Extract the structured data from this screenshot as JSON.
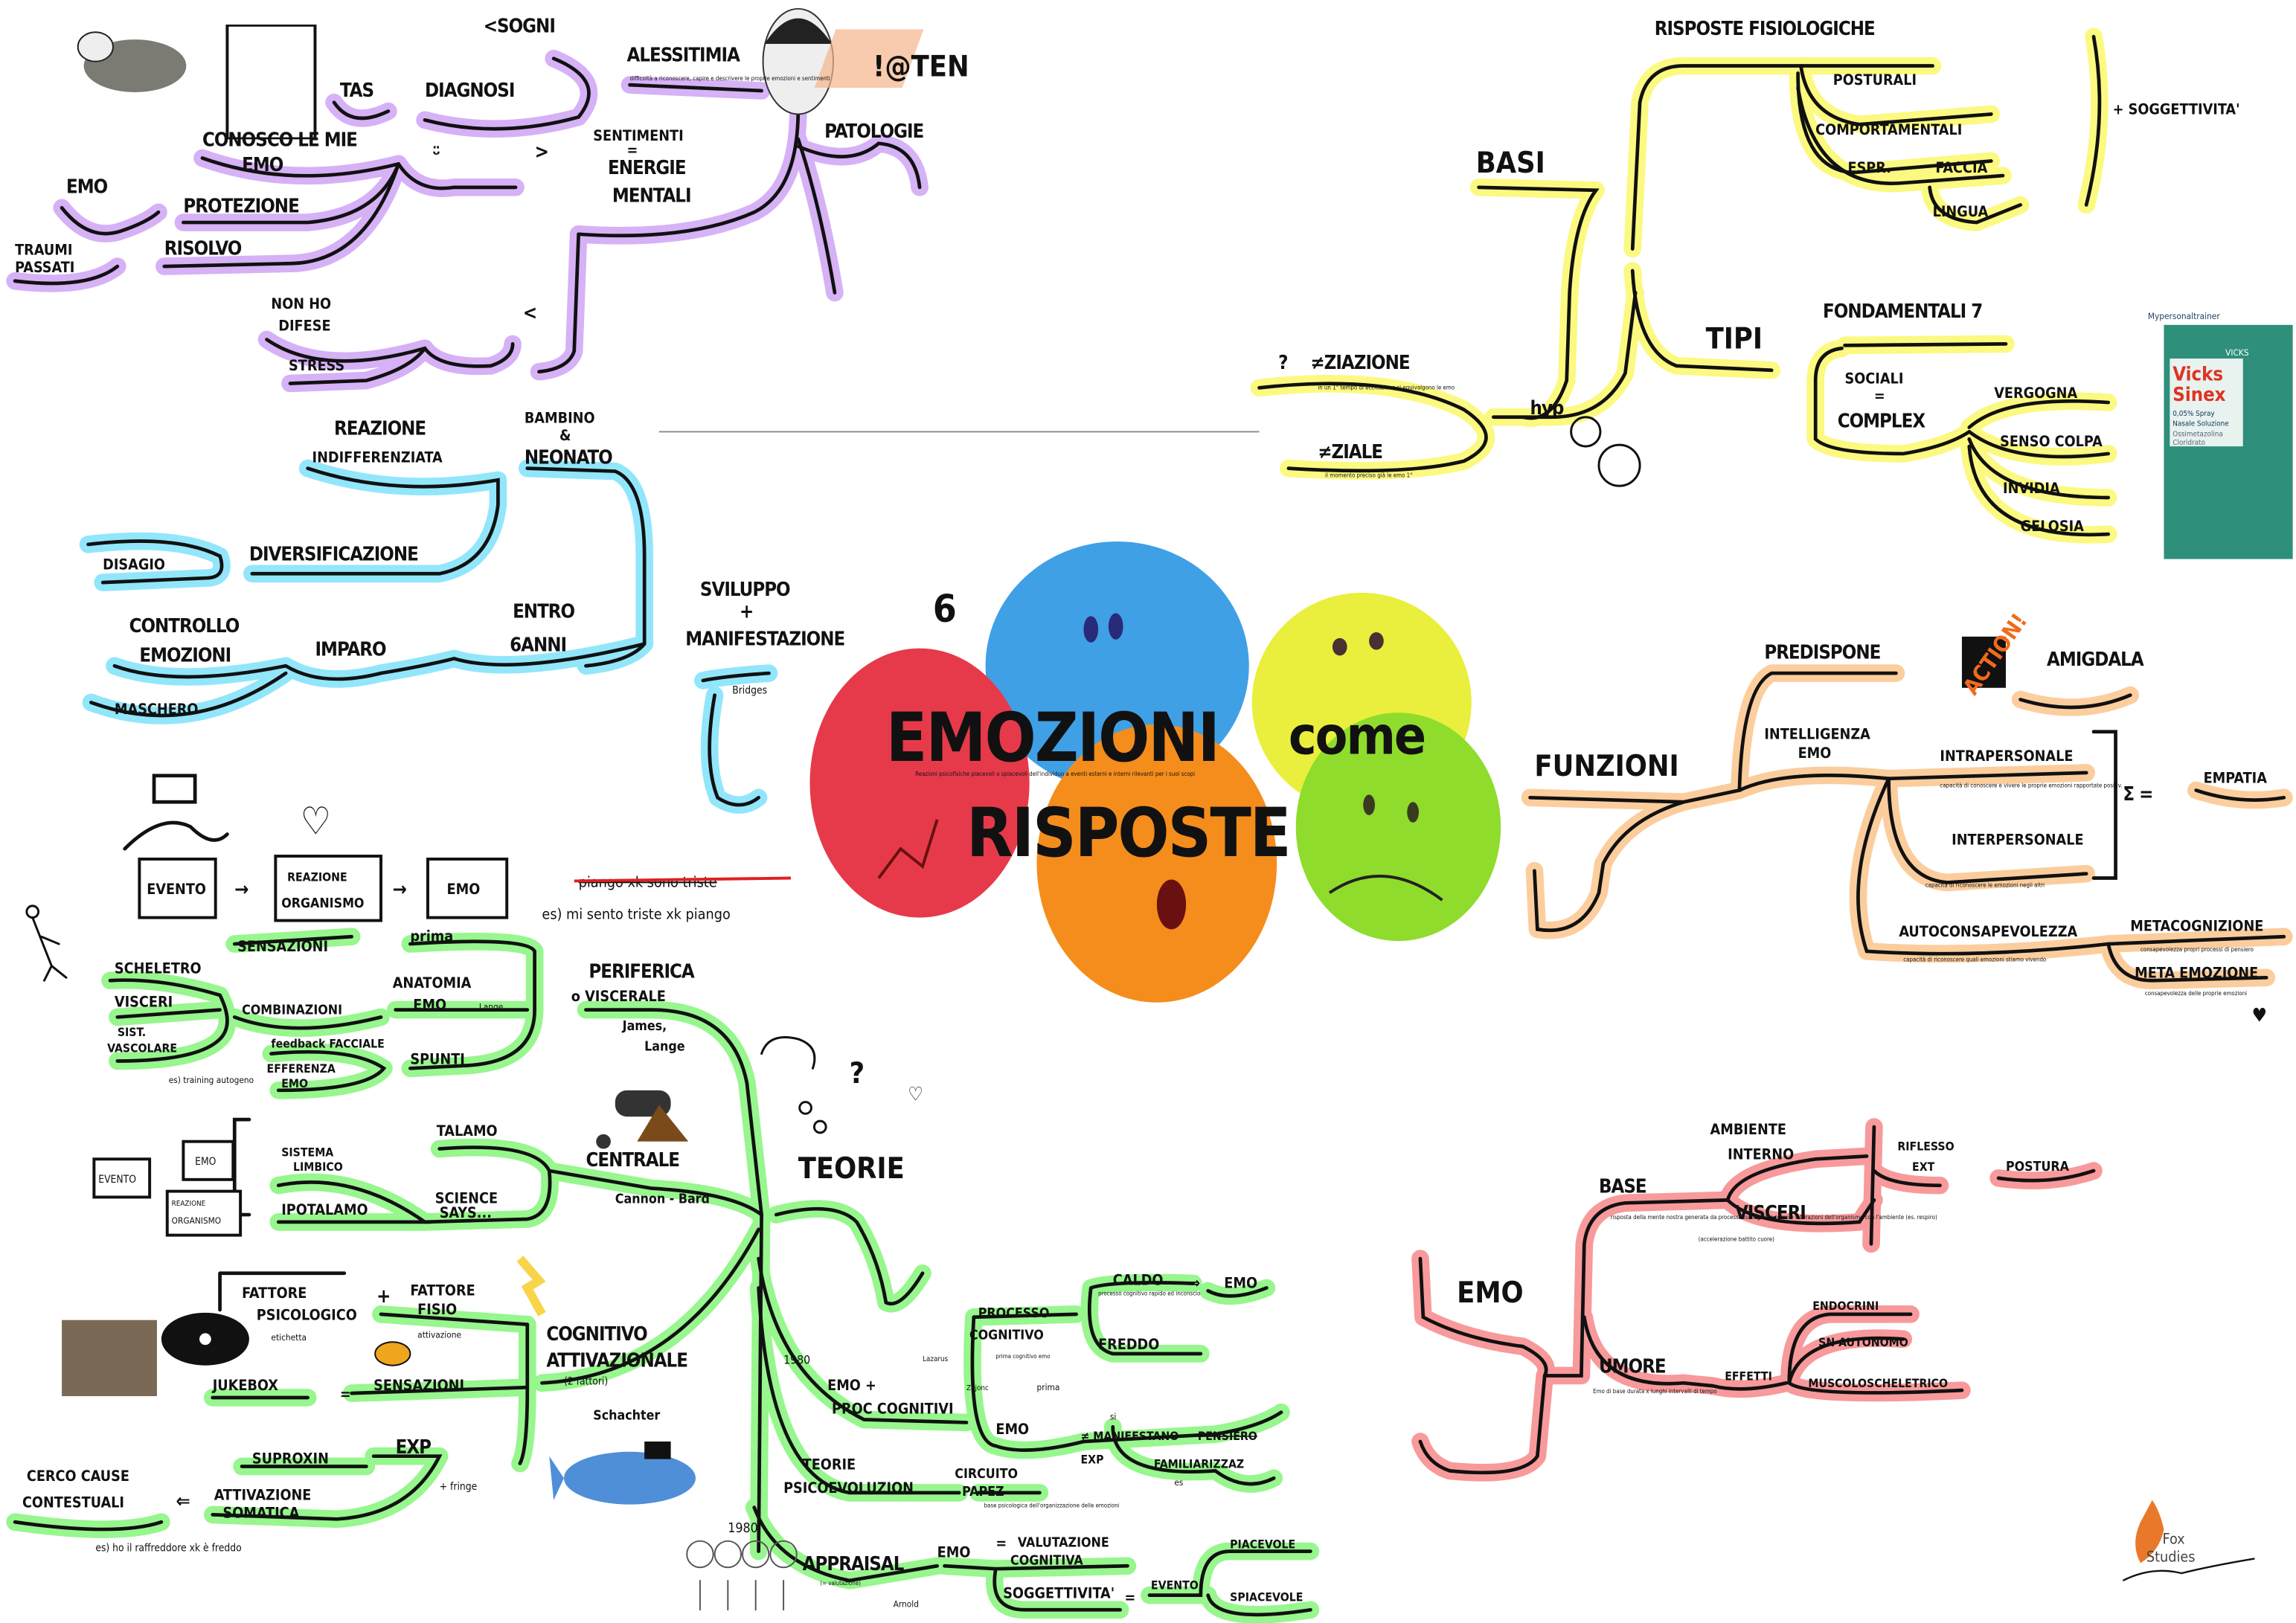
{
  "title": {
    "line1": "EMOZIONI",
    "line2": "come",
    "line3": "RISPOSTE",
    "definition": "Reazioni psicofisiche piacevoli o spiacevoli dell'individuo a eventi esterni e interni rilevanti per i suoi scopi"
  },
  "colors": {
    "purple": "#cfa4f5",
    "blue": "#7fe2fa",
    "green": "#85f57a",
    "yellow": "#fbf86a",
    "orange": "#fbc58d",
    "red": "#f7888a"
  },
  "patologie": {
    "sogni": "<SOGNI",
    "tas": "TAS",
    "diagnosi": "DIAGNOSI",
    "alessitimia": "ALESSITIMIA",
    "alessitimia_note": "difficoltà a riconoscere, capire e descrivere le proprie emozioni e sentimenti",
    "scribble": "!@TEN",
    "patologie": "PATOLOGIE",
    "conosco1": "CONOSCO LE MIE",
    "conosco2": "EMO",
    "sentimenti1": "SENTIMENTI",
    "sentimenti2": "=",
    "sentimenti3": "ENERGIE",
    "sentimenti4": "MENTALI",
    "emo": "EMO",
    "protezione": "PROTEZIONE",
    "traumi1": "TRAUMI",
    "traumi2": "PASSATI",
    "risolvo": "RISOLVO",
    "gt": ">",
    "lt": "<",
    "difese1": "NON HO",
    "difese2": "DIFESE",
    "stress": "STRESS"
  },
  "sviluppo": {
    "reazione1": "REAZIONE",
    "reazione2": "INDIFFERENZIATA",
    "bambino1": "BAMBINO",
    "bambino2": "&",
    "bambino3": "NEONATO",
    "disagio": "DISAGIO",
    "diversificazione": "DIVERSIFICAZIONE",
    "controllo1": "CONTROLLO",
    "controllo2": "EMOZIONI",
    "imparo": "IMPARO",
    "entro1": "ENTRO",
    "entro2": "6ANNI",
    "maschero": "MASCHERO",
    "sviluppo1": "SVILUPPO",
    "sviluppo2": "+",
    "sviluppo3": "MANIFESTAZIONE",
    "bridges": "Bridges"
  },
  "flow": {
    "evento": "EVENTO",
    "reazione1": "REAZIONE",
    "reazione2": "ORGANISMO",
    "emo": "EMO",
    "arrow": "→",
    "struck": "piango xk sono triste",
    "example": "es) mi sento triste xk piango"
  },
  "basi": {
    "risposte": "RISPOSTE FISIOLOGICHE",
    "posturali": "POSTURALI",
    "comportamentali": "COMPORTAMENTALI",
    "espr": "ESPR.",
    "faccia": "FACCIA",
    "lingua": "LINGUA",
    "soggettivita": "+ SOGGETTIVITA'",
    "basi": "BASI",
    "tipi": "TIPI",
    "fondamentali": "FONDAMENTALI 7",
    "sociali1": "SOCIALI",
    "sociali2": "=",
    "sociali3": "COMPLEX",
    "vergogna": "VERGOGNA",
    "colpa": "SENSO COLPA",
    "invidia": "INVIDIA",
    "gelosia": "GELOSIA",
    "ziazione": "≠ZIAZIONE",
    "ziazione_note": "in un 1° tempo di eccitazione si equivalgono le emo",
    "ziale": "≠ZIALE",
    "ziale_note": "il momento preciso già le emo 1°",
    "hyp": "hyp",
    "q": "?"
  },
  "vicks": {
    "brand": "Mypersonaltrainer",
    "logo": "VICKS",
    "name1": "Vicks",
    "name2": "Sinex",
    "desc1": "0,05% Spray",
    "desc2": "Nasale Soluzione",
    "desc3": "Ossimetazolina",
    "desc4": "Cloridrato"
  },
  "funzioni": {
    "funzioni": "FUNZIONI",
    "predispone": "PREDISPONE",
    "action": "ACTION!",
    "amigdala": "AMIGDALA",
    "intelligenza1": "INTELLIGENZA",
    "intelligenza2": "EMO",
    "intra": "INTRAPERSONALE",
    "intra_note": "capacità di conoscere e vivere le proprie emozioni rapportate positiv.",
    "inter": "INTERPERSONALE",
    "inter_note": "capacità di riconoscere le emozioni negli altri",
    "sigma": "Σ =",
    "empatia": "EMPATIA",
    "auto": "AUTOCONSAPEVOLEZZA",
    "auto_note": "capacità di riconoscere quali emozioni stiamo vivendo",
    "meta": "METACOGNIZIONE",
    "meta_note": "consapevolezza propri processi di pensiero",
    "metaemo": "META EMOZIONE",
    "metaemo_note": "consapevolezza delle proprie emozioni"
  },
  "teorie": {
    "teorie": "TEORIE",
    "periferica1": "PERIFERICA",
    "periferica2": "o VISCERALE",
    "james": "James,",
    "lange": "Lange",
    "prima": "prima",
    "sensazioni": "SENSAZIONI",
    "anatomia1": "ANATOMIA",
    "anatomia2": "EMO",
    "lange_small": "Lange",
    "scheletro": "SCHELETRO",
    "visceri": "VISCERI",
    "sist1": "SIST.",
    "sist2": "VASCOLARE",
    "combinazioni": "COMBINAZIONI",
    "feedback": "feedback FACCIALE",
    "efferenza1": "EFFERENZA",
    "efferenza2": "EMO",
    "spunti": "SPUNTI",
    "training": "es) training autogeno",
    "centrale": "CENTRALE",
    "cannon": "Cannon - Bard",
    "talamo": "TALAMO",
    "limbico1": "SISTEMA",
    "limbico2": "LIMBICO",
    "ipotalamo": "IPOTALAMO",
    "science1": "SCIENCE",
    "science2": "SAYS...",
    "evento": "EVENTO",
    "emo": "EMO",
    "reazione1": "REAZIONE",
    "reazione2": "ORGANISMO",
    "cognitivo1": "COGNITIVO",
    "cognitivo2": "ATTIVAZIONALE",
    "cognitivo3": "(2 fattori)",
    "schachter": "Schachter",
    "psico1": "FATTORE",
    "psico2": "PSICOLOGICO",
    "etichetta": "etichetta",
    "plus": "+",
    "fisio1": "FATTORE",
    "fisio2": "FISIO",
    "attivazione": "attivazione",
    "jukebox": "JUKEBOX",
    "eq": "=",
    "sensazioni2": "SENSAZIONI",
    "suproxin": "SUPROXIN",
    "exp": "EXP",
    "fringe": "+ fringe",
    "cerco1": "CERCO CAUSE",
    "cerco2": "CONTESTUALI",
    "arrow": "⇐",
    "attiv1": "ATTIVAZIONE",
    "attiv2": "SOMATICA",
    "es_freddo": "es) ho il raffreddore xk è freddo",
    "y1980a": "1980",
    "emoproc1": "EMO +",
    "emoproc2": "PROC COGNITIVI",
    "lazarus": "Lazarus",
    "zajonc": "Zajonc",
    "processo1": "PROCESSO",
    "processo2": "COGNITIVO",
    "processo_note": "prima cognitivo emo",
    "caldo": "CALDO",
    "caldo_note": "processo cognitivo rapido ed inconscio",
    "emo_arrow": "⇒",
    "emo2": "EMO",
    "freddo": "FREDDO",
    "emo3": "EMO",
    "si": "si",
    "manifestano": "≠ MANIFESTANO",
    "pensiero": "PENSIERO",
    "exp2": "EXP",
    "familiarizz": "FAMILIARIZZAZ",
    "es_fam": "es",
    "psicoevo1": "TEORIE",
    "psicoevo2": "PSICOEVOLUZION",
    "circuito1": "CIRCUITO",
    "circuito2": "PAPEZ",
    "circuito_note": "base psicologica dell'organizzazione delle emozioni",
    "y1980b": "1980",
    "appraisal": "APPRAISAL",
    "appraisal_note": "(= valutazione)",
    "arnold": "Arnold",
    "emo4": "EMO",
    "neq": "=",
    "valutazione1": "VALUTAZIONE",
    "valutazione2": "COGNITIVA",
    "soggettivita": "SOGGETTIVITA'",
    "evento2": "EVENTO",
    "piacevole": "PIACEVOLE",
    "spiacevole": "SPIACEVOLE"
  },
  "emo_red": {
    "emo": "EMO",
    "base": "BASE",
    "base_note": "risposta della mente nostra generata da processi fisiologici in corso e interazioni dell'organismo con l'ambiente (es. respiro)",
    "base_note2": "(accelerazione battito cuore)",
    "ambiente1": "AMBIENTE",
    "ambiente2": "INTERNO",
    "visceri": "VISCERI",
    "riflesso1": "RIFLESSO",
    "riflesso2": "EXT",
    "postura": "POSTURA",
    "umore": "UMORE",
    "umore_note": "Emo di base durata x lunghi intervalli di tempo",
    "effetti": "EFFETTI",
    "endocrini": "ENDOCRINI",
    "sn": "SN AUTONOMO",
    "musc": "MUSCOLOSCHELETRICO"
  },
  "logo": {
    "line1": "Fox",
    "line2": "Studies"
  }
}
